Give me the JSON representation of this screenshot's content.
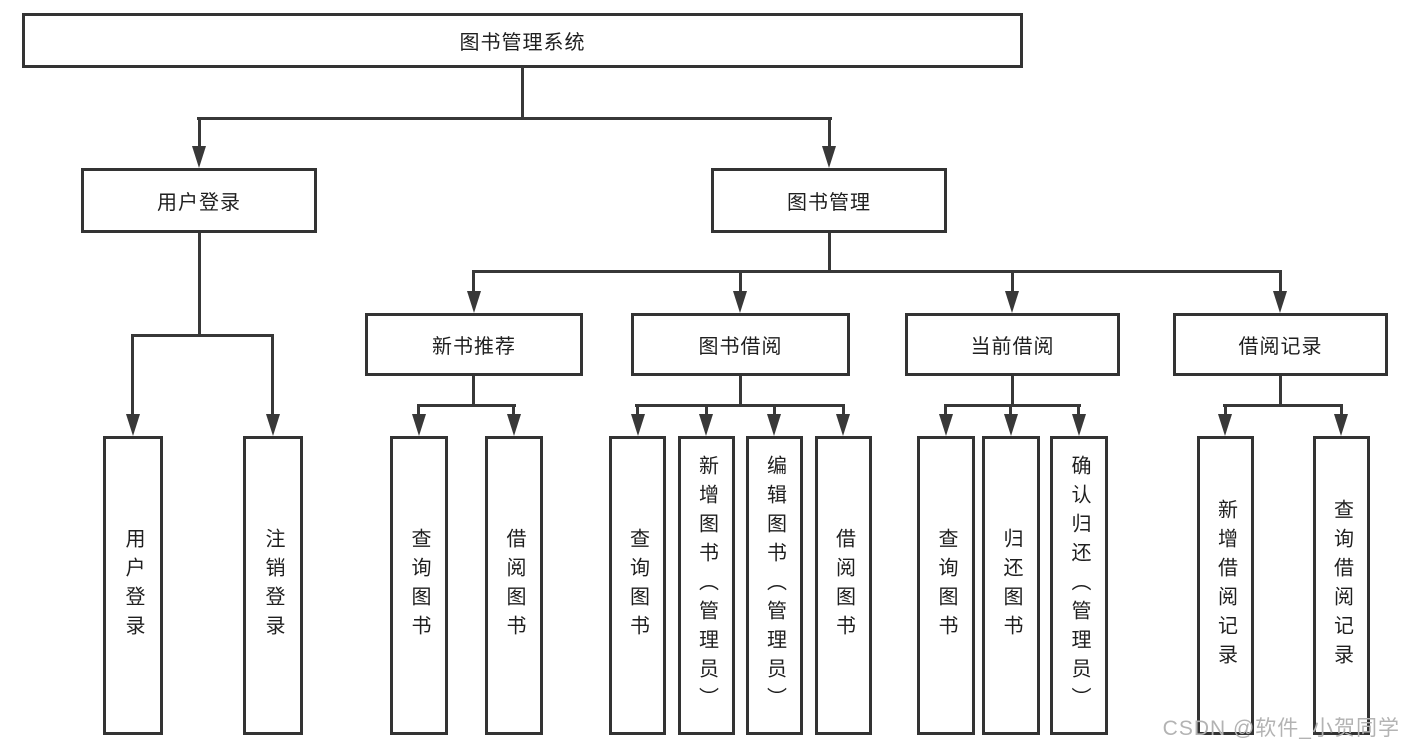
{
  "diagram": {
    "root": {
      "label": "图书管理系统"
    },
    "level2": [
      {
        "label": "用户登录"
      },
      {
        "label": "图书管理"
      }
    ],
    "level3": [
      {
        "label": "新书推荐"
      },
      {
        "label": "图书借阅"
      },
      {
        "label": "当前借阅"
      },
      {
        "label": "借阅记录"
      }
    ],
    "level4": [
      {
        "label": "用户登录"
      },
      {
        "label": "注销登录"
      },
      {
        "label": "查询图书"
      },
      {
        "label": "借阅图书"
      },
      {
        "label": "查询图书"
      },
      {
        "label": "新增图书（管理员）"
      },
      {
        "label": "编辑图书（管理员）"
      },
      {
        "label": "借阅图书"
      },
      {
        "label": "查询图书"
      },
      {
        "label": "归还图书"
      },
      {
        "label": "确认归还（管理员）"
      },
      {
        "label": "新增借阅记录"
      },
      {
        "label": "查询借阅记录"
      }
    ],
    "watermark": "CSDN @软件_小贺同学",
    "colors": {
      "line": "#383838",
      "border": "#333333",
      "text": "#1f1f1f",
      "watermark": "#b3b3b3",
      "background": "#ffffff"
    }
  }
}
